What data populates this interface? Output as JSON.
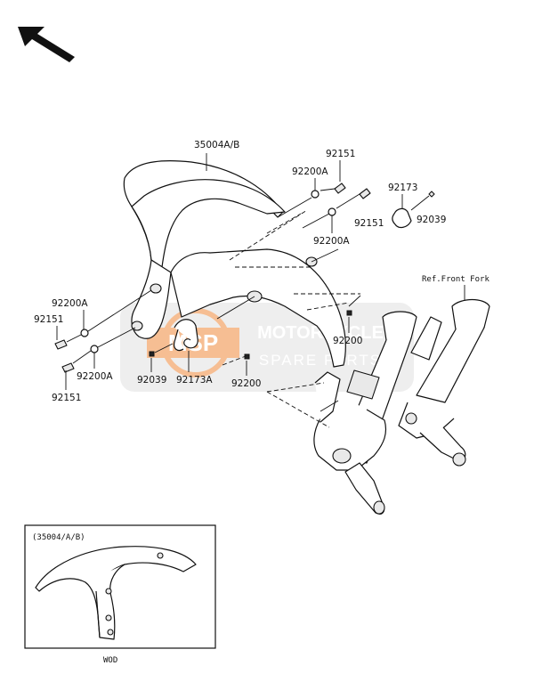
{
  "labels": {
    "fender_part": "35004A/B",
    "washer_92200A_top": "92200A",
    "bolt_92151_top": "92151",
    "washer_92200A_mid": "92200A",
    "bolt_92151_mid": "92151",
    "clip_92173": "92173",
    "screw_92039_right": "92039",
    "washer_92200A_left": "92200A",
    "bolt_92151_left": "92151",
    "washer_92200A_lower": "92200A",
    "bolt_92151_lower": "92151",
    "screw_92039_left": "92039",
    "clamp_92173A": "92173A",
    "washer_92200_center": "92200",
    "washer_92200_right": "92200",
    "ref_front_fork": "Ref.Front Fork",
    "inset_title": "(35004/A/B)",
    "inset_caption": "WOD"
  },
  "watermark": {
    "badge": "MSP",
    "line1": "MOTORCYCLE",
    "line2": "SPARE PARTS"
  },
  "icons": {
    "direction_arrow": "front-direction-arrow-icon"
  },
  "colors": {
    "watermark_orange": "#f08a3c",
    "watermark_grey": "#b9b9b9",
    "line": "#111111"
  }
}
